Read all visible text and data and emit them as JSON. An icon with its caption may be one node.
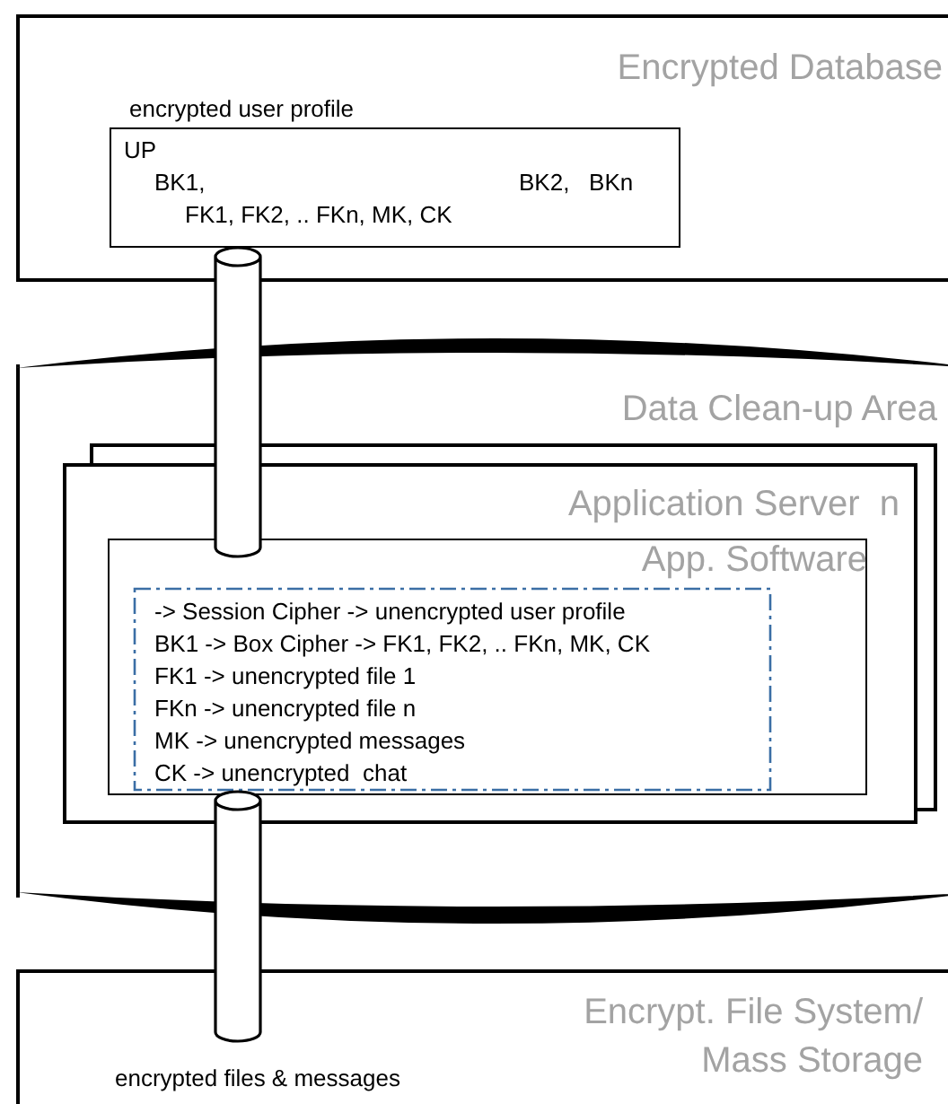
{
  "diagram": {
    "nodes": [
      {
        "text": [
          "Encrypted Database"
        ]
      },
      {
        "text": [
          "encrypted user profile",
          "UP",
          "BK1,",
          "BK2,   BKn",
          "FK1, FK2, .. FKn, MK, CK"
        ],
        "in": 0
      },
      {
        "text": [
          "Data Clean-up Area"
        ]
      },
      {
        "text": [
          "Application Server  n"
        ],
        "in": 2
      },
      {
        "text": [
          "App. Software"
        ],
        "in": 3
      },
      {
        "text": [
          "-> Session Cipher -> unencrypted user profile",
          "BK1 -> Box Cipher -> FK1, FK2, .. FKn, MK, CK",
          "FK1 -> unencrypted file 1",
          "FKn -> unencrypted file n",
          "MK -> unencrypted messages",
          "CK -> unencrypted  chat"
        ],
        "in": 4
      },
      {
        "text": [
          "Encrypt. File System/ Mass Storage",
          "encrypted files & messages"
        ]
      }
    ],
    "edges": [
      {
        "from": 1,
        "to": 4,
        "arrow": "none"
      },
      {
        "from": 4,
        "to": 6,
        "arrow": "none"
      }
    ]
  }
}
